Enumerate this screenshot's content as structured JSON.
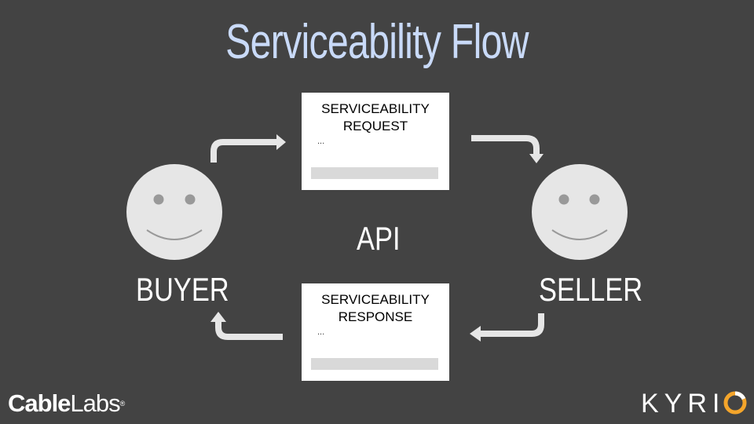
{
  "title": "Serviceability Flow",
  "buyer_label": "BUYER",
  "seller_label": "SELLER",
  "api_label": "API",
  "request_doc": {
    "title_line1": "SERVICEABILITY",
    "title_line2": "REQUEST",
    "dots": "..."
  },
  "response_doc": {
    "title_line1": "SERVICEABILITY",
    "title_line2": "RESPONSE",
    "dots": "..."
  },
  "logos": {
    "cablelabs_cable": "Cable",
    "cablelabs_labs": "Labs",
    "cablelabs_reg": "®",
    "kyrio": "KYRI"
  },
  "colors": {
    "background": "#434343",
    "title": "#c9daf8",
    "face": "#e6e6e6",
    "arrow": "#e6e6e6",
    "kyrio_ring": "#f4a52b"
  }
}
